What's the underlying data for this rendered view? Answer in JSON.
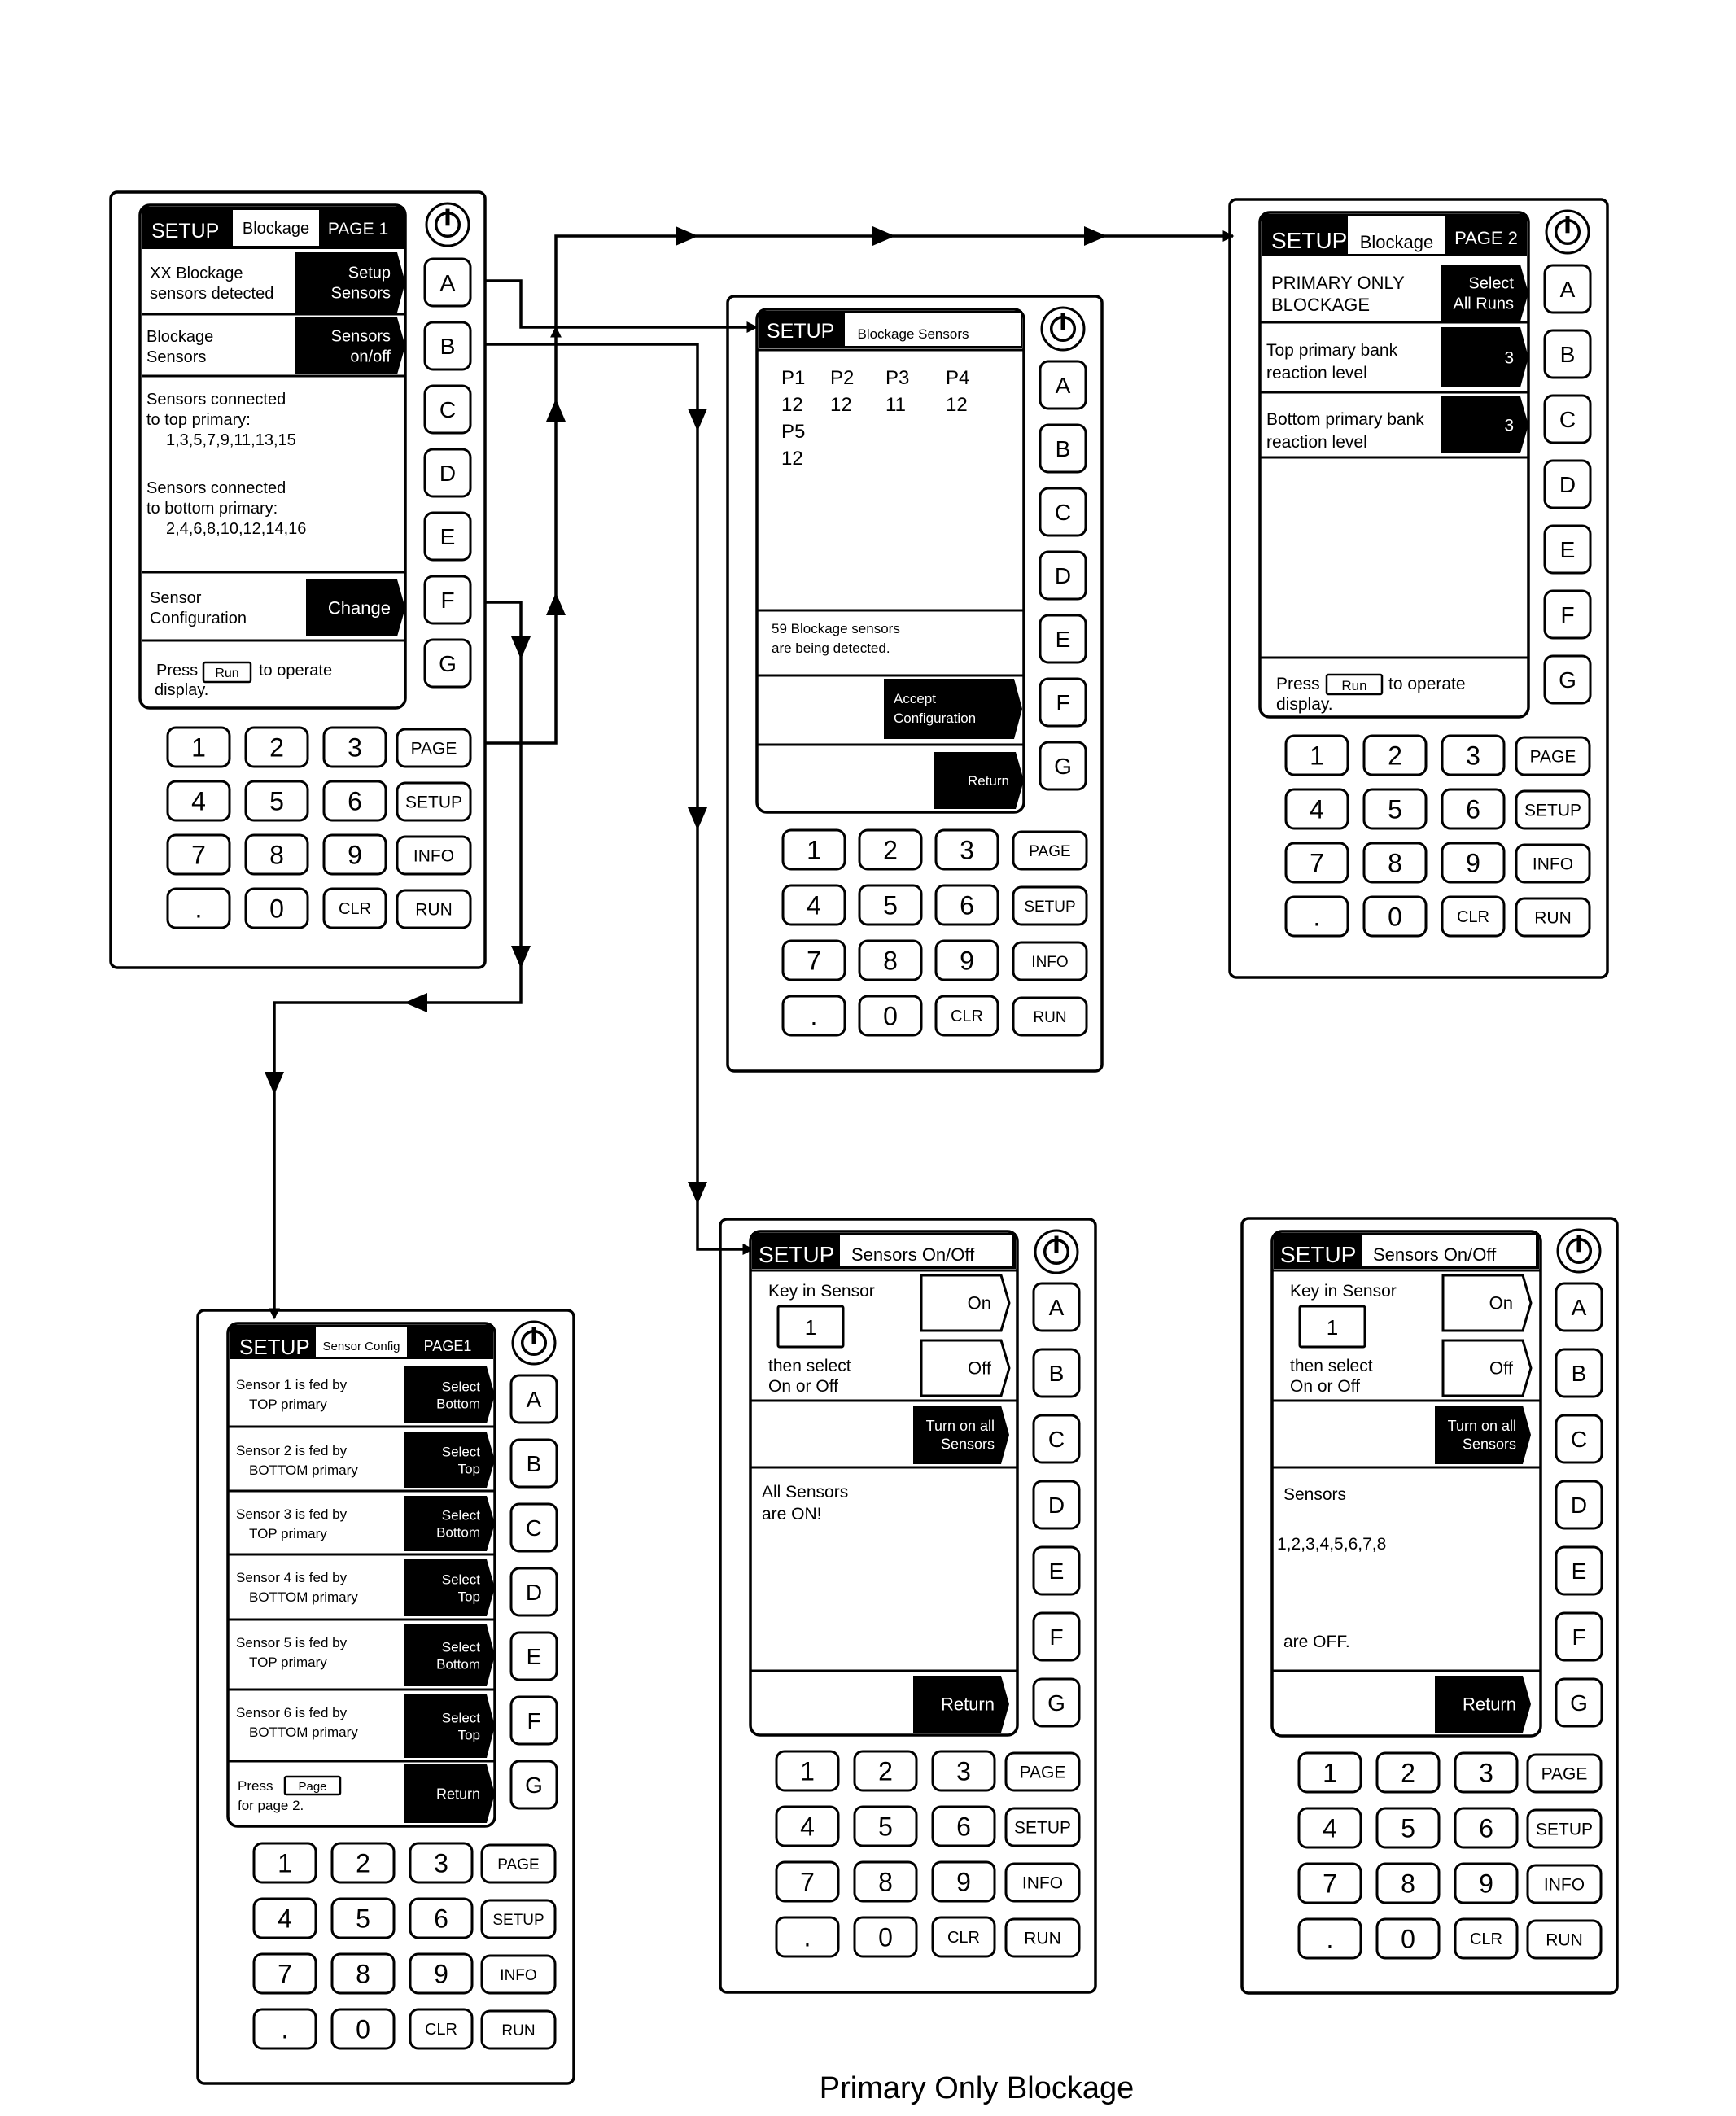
{
  "caption": "Primary Only Blockage",
  "keypad": {
    "digits": [
      "1",
      "2",
      "3",
      "4",
      "5",
      "6",
      "7",
      "8",
      "9",
      ".",
      "0",
      "CLR"
    ],
    "functions": [
      "PAGE",
      "SETUP",
      "INFO",
      "RUN"
    ],
    "side_keys": [
      "A",
      "B",
      "C",
      "D",
      "E",
      "F",
      "G"
    ],
    "power_icon": "power-icon"
  },
  "colors": {
    "ink": "#000000",
    "paper": "#ffffff"
  },
  "panels": {
    "blockage_page1": {
      "header": {
        "setup": "SETUP",
        "title": "Blockage",
        "page": "PAGE 1"
      },
      "row1": {
        "left": [
          "XX Blockage",
          "sensors detected"
        ],
        "right": [
          "Setup",
          "Sensors"
        ]
      },
      "row2": {
        "left": [
          "Blockage",
          "Sensors"
        ],
        "right": [
          "Sensors",
          "on/off"
        ]
      },
      "info": [
        "Sensors connected",
        "to top primary:",
        "1,3,5,7,9,11,13,15",
        "Sensors connected",
        "to bottom primary:",
        "2,4,6,8,10,12,14,16"
      ],
      "row3": {
        "left": [
          "Sensor",
          "Configuration"
        ],
        "right": "Change"
      },
      "footer": {
        "press": "Press",
        "key": "Run",
        "suffix": "to operate",
        "line2": "display."
      }
    },
    "blockage_sensors": {
      "header": {
        "setup": "SETUP",
        "title": "Blockage Sensors"
      },
      "table": [
        [
          "P1",
          "P2",
          "P3",
          "P4"
        ],
        [
          "12",
          "12",
          "11",
          "12"
        ],
        [
          "P5"
        ],
        [
          "12"
        ]
      ],
      "message": [
        "59  Blockage sensors",
        "are being detected."
      ],
      "accept": [
        "Accept",
        "Configuration"
      ],
      "return": "Return"
    },
    "blockage_page2": {
      "header": {
        "setup": "SETUP",
        "title": "Blockage",
        "page": "PAGE 2"
      },
      "row1": {
        "left": [
          "PRIMARY ONLY",
          "BLOCKAGE"
        ],
        "right": [
          "Select",
          "All Runs"
        ]
      },
      "row2": {
        "left": [
          "Top primary bank",
          "reaction level"
        ],
        "right": "3"
      },
      "row3": {
        "left": [
          "Bottom primary bank",
          "reaction level"
        ],
        "right": "3"
      },
      "footer": {
        "press": "Press",
        "key": "Run",
        "suffix": "to operate",
        "line2": "display."
      }
    },
    "sensor_config": {
      "header": {
        "setup": "SETUP",
        "title": "Sensor Config",
        "page": "PAGE1"
      },
      "rows": [
        {
          "left": [
            "Sensor 1 is fed by",
            "TOP primary"
          ],
          "right": [
            "Select",
            "Bottom"
          ]
        },
        {
          "left": [
            "Sensor 2 is fed by",
            "BOTTOM primary"
          ],
          "right": [
            "Select",
            "Top"
          ]
        },
        {
          "left": [
            "Sensor 3 is fed by",
            "TOP primary"
          ],
          "right": [
            "Select",
            "Bottom"
          ]
        },
        {
          "left": [
            "Sensor 4 is fed by",
            "BOTTOM primary"
          ],
          "right": [
            "Select",
            "Top"
          ]
        },
        {
          "left": [
            "Sensor 5 is fed by",
            "TOP primary"
          ],
          "right": [
            "Select",
            "Bottom"
          ]
        },
        {
          "left": [
            "Sensor 6 is fed by",
            "BOTTOM primary"
          ],
          "right": [
            "Select",
            "Top"
          ]
        }
      ],
      "footer": {
        "press": "Press",
        "key": "Page",
        "line2": "for page 2."
      },
      "return": "Return"
    },
    "sensors_onoff_all": {
      "header": {
        "setup": "SETUP",
        "title": "Sensors On/Off"
      },
      "key_in": {
        "line1": "Key in Sensor",
        "value": "1",
        "line2": "then select",
        "line3": "On or Off"
      },
      "on": "On",
      "off": "Off",
      "turn_on_all": [
        "Turn on all",
        "Sensors"
      ],
      "message": [
        "All Sensors",
        "are ON!"
      ],
      "return": "Return"
    },
    "sensors_onoff_some": {
      "header": {
        "setup": "SETUP",
        "title": "Sensors On/Off"
      },
      "key_in": {
        "line1": "Key in Sensor",
        "value": "1",
        "line2": "then select",
        "line3": "On or Off"
      },
      "on": "On",
      "off": "Off",
      "turn_on_all": [
        "Turn on all",
        "Sensors"
      ],
      "message": [
        "Sensors",
        "1,2,3,4,5,6,7,8",
        "are OFF."
      ],
      "return": "Return"
    }
  }
}
